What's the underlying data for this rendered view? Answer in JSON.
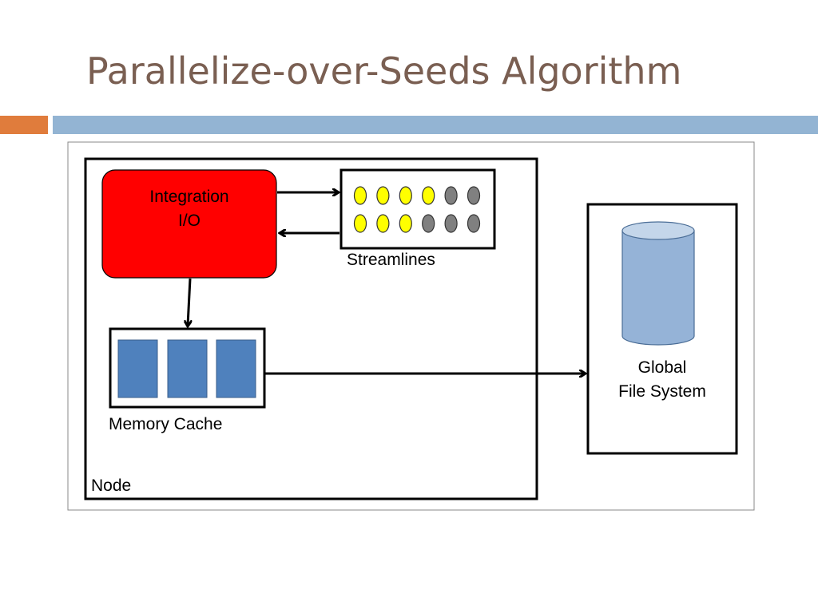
{
  "slide": {
    "title": "Parallelize-over-Seeds Algorithm"
  },
  "diagram": {
    "integration_label_line1": "Integration",
    "integration_label_line2": "I/O",
    "streamlines_label": "Streamlines",
    "memory_cache_label": "Memory Cache",
    "node_label": "Node",
    "global_fs_line1": "Global",
    "global_fs_line2": "File System",
    "streamline_rows": [
      [
        "active",
        "active",
        "active",
        "active",
        "done",
        "done"
      ],
      [
        "active",
        "active",
        "active",
        "done",
        "done",
        "done"
      ]
    ]
  },
  "colors": {
    "title_text": "#7a5f52",
    "accent_orange": "#e07c3c",
    "accent_blue": "#93b4d3",
    "integration_fill": "#ff0000",
    "seed_active": "#ffff00",
    "seed_done": "#808080",
    "cache_block": "#4f81bd",
    "cylinder": "#95b3d7"
  }
}
